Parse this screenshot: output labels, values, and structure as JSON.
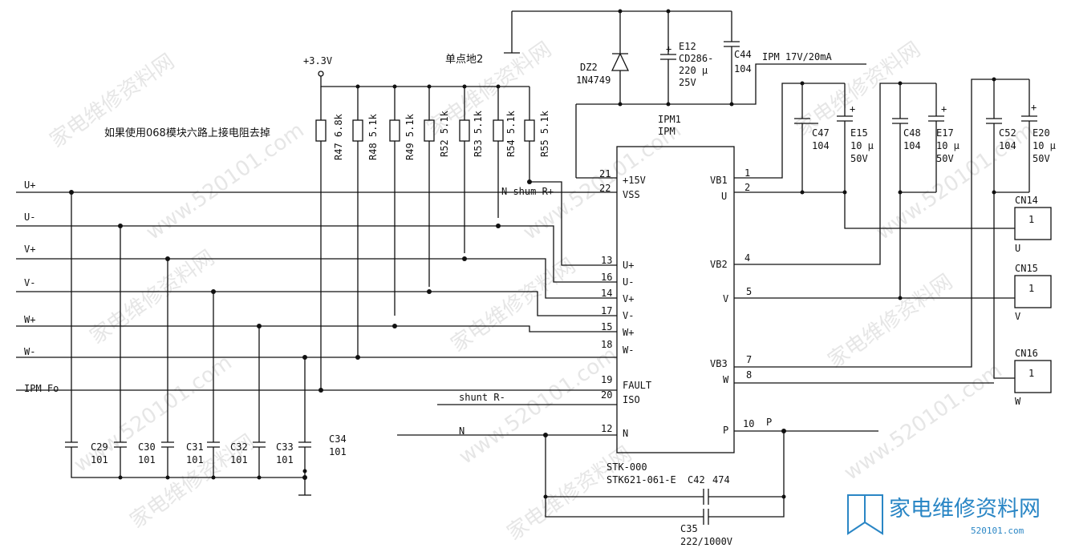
{
  "watermark": {
    "site": "家电维修资料网",
    "url": "www.520101.com"
  },
  "logo": {
    "text": "家电维修资料网",
    "sub": "520101.com"
  },
  "note": "如果使用068模块六路上接电阻去掉",
  "supply_label": "+3.3V",
  "ground_label": "单点地2",
  "inputs": [
    "U+",
    "U-",
    "V+",
    "V-",
    "W+",
    "W-",
    "IPM Fo"
  ],
  "shunt_labels": {
    "n_shunt": "N shum R+",
    "shunt_minus": "shunt R-",
    "n": "N",
    "p": "P"
  },
  "pullups": [
    {
      "ref": "R47",
      "value": "6.8k"
    },
    {
      "ref": "R48",
      "value": "5.1k"
    },
    {
      "ref": "R49",
      "value": "5.1k"
    },
    {
      "ref": "R52",
      "value": "5.1k"
    },
    {
      "ref": "R53",
      "value": "5.1k"
    },
    {
      "ref": "R54",
      "value": "5.1k"
    },
    {
      "ref": "R55",
      "value": "5.1k"
    }
  ],
  "filter_caps": [
    {
      "ref": "C29",
      "value": "101"
    },
    {
      "ref": "C30",
      "value": "101"
    },
    {
      "ref": "C31",
      "value": "101"
    },
    {
      "ref": "C32",
      "value": "101"
    },
    {
      "ref": "C33",
      "value": "101"
    },
    {
      "ref": "C34",
      "value": "101"
    }
  ],
  "ic": {
    "ref": "IPM1",
    "name": "IPM",
    "part1": "STK-000",
    "part2": "STK621-061-E",
    "left_pins": [
      {
        "num": "21",
        "name": "+15V"
      },
      {
        "num": "22",
        "name": "VSS"
      },
      {
        "num": "13",
        "name": "U+"
      },
      {
        "num": "16",
        "name": "U-"
      },
      {
        "num": "14",
        "name": "V+"
      },
      {
        "num": "17",
        "name": "V-"
      },
      {
        "num": "15",
        "name": "W+"
      },
      {
        "num": "18",
        "name": "W-"
      },
      {
        "num": "19",
        "name": "FAULT"
      },
      {
        "num": "20",
        "name": "ISO"
      },
      {
        "num": "12",
        "name": "N"
      }
    ],
    "right_pins": [
      {
        "num": "1",
        "name": "VB1"
      },
      {
        "num": "2",
        "name": "U"
      },
      {
        "num": "4",
        "name": "VB2"
      },
      {
        "num": "5",
        "name": "V"
      },
      {
        "num": "7",
        "name": "VB3"
      },
      {
        "num": "8",
        "name": "W"
      },
      {
        "num": "10",
        "name": "P"
      }
    ]
  },
  "zener": {
    "ref": "DZ2",
    "part": "1N4749"
  },
  "e12": {
    "ref": "E12",
    "part": "CD286-",
    "value": "220 µ",
    "voltage": "25V"
  },
  "c44": {
    "ref": "C44",
    "value": "104"
  },
  "supply_note": "IPM 17V/20mA",
  "bootstrap": [
    {
      "cap": {
        "ref": "C47",
        "value": "104"
      },
      "elec": {
        "ref": "E15",
        "value": "10 µ",
        "voltage": "50V"
      }
    },
    {
      "cap": {
        "ref": "C48",
        "value": "104"
      },
      "elec": {
        "ref": "E17",
        "value": "10 µ",
        "voltage": "50V"
      }
    },
    {
      "cap": {
        "ref": "C52",
        "value": "104"
      },
      "elec": {
        "ref": "E20",
        "value": "10 µ",
        "voltage": "50V"
      }
    }
  ],
  "connectors": [
    {
      "ref": "CN14",
      "pin": "1",
      "label": "U"
    },
    {
      "ref": "CN15",
      "pin": "1",
      "label": "V"
    },
    {
      "ref": "CN16",
      "pin": "1",
      "label": "W"
    }
  ],
  "c42": {
    "ref": "C42",
    "value": "474"
  },
  "c35": {
    "ref": "C35",
    "value": "222/1000V"
  }
}
